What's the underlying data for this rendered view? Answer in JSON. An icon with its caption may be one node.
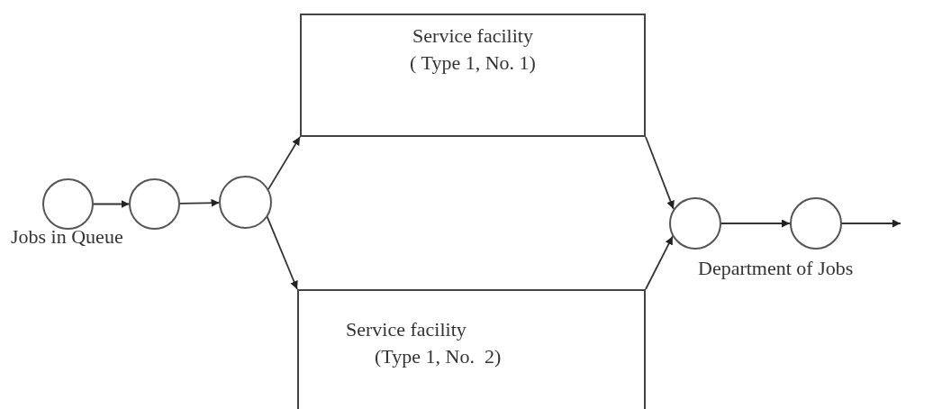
{
  "diagram": {
    "nodes": [
      {
        "text": [
          "Service facility",
          "( Type 1, No. 1)"
        ]
      },
      {
        "text": [],
        "shape": "circle"
      },
      {
        "text": [],
        "shape": "circle"
      },
      {
        "text": [],
        "shape": "circle"
      },
      {
        "text": [],
        "shape": "circle"
      },
      {
        "text": [],
        "shape": "circle"
      },
      {
        "text": [
          "Service facility",
          "(Type 1, No.  2)"
        ]
      }
    ],
    "edges": [
      {
        "from": 1,
        "to": 2,
        "arrow": "to"
      },
      {
        "from": 2,
        "to": 3,
        "arrow": "to"
      },
      {
        "from": 3,
        "to": 0,
        "arrow": "to"
      },
      {
        "from": 3,
        "to": 6,
        "arrow": "to"
      },
      {
        "from": 0,
        "to": 4,
        "arrow": "to"
      },
      {
        "from": 6,
        "to": 4,
        "arrow": "to"
      },
      {
        "from": 4,
        "to": 5,
        "arrow": "to"
      },
      {
        "from": 5,
        "to": null,
        "arrow": "to"
      }
    ],
    "labels": [
      "Jobs in Queue",
      "Department of Jobs"
    ]
  }
}
